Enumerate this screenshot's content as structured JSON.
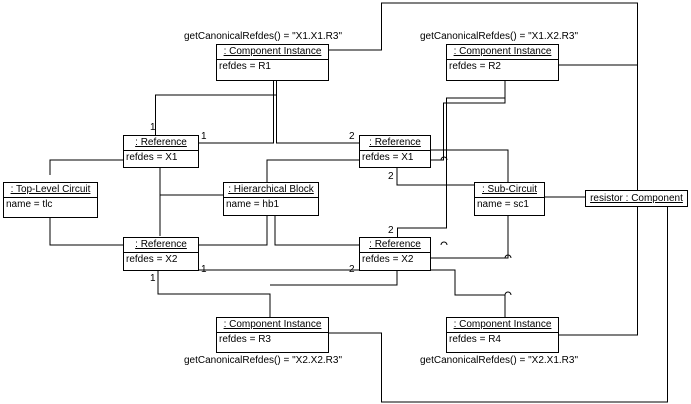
{
  "objects": {
    "ci_r1": {
      "title": ": Component Instance",
      "attr": "refdes = R1"
    },
    "ci_r2": {
      "title": ": Component Instance",
      "attr": "refdes = R2"
    },
    "ci_r3": {
      "title": ": Component Instance",
      "attr": "refdes = R3"
    },
    "ci_r4": {
      "title": ": Component Instance",
      "attr": "refdes = R4"
    },
    "ref_a": {
      "title": ": Reference",
      "attr": "refdes = X1"
    },
    "ref_b": {
      "title": ": Reference",
      "attr": "refdes = X2"
    },
    "ref_c": {
      "title": ": Reference",
      "attr": "refdes = X1"
    },
    "ref_d": {
      "title": ": Reference",
      "attr": "refdes = X2"
    },
    "tlc": {
      "title": ": Top-Level Circuit",
      "attr": "name = tlc"
    },
    "hb": {
      "title": ": Hierarchical Block",
      "attr": "name = hb1"
    },
    "sc": {
      "title": ": Sub-Circuit",
      "attr": "name = sc1"
    },
    "comp": {
      "title": "resistor : Component"
    }
  },
  "notes": {
    "r1": "getCanonicalRefdes() = \"X1.X1.R3\"",
    "r2": "getCanonicalRefdes() = \"X1.X2.R3\"",
    "r3": "getCanonicalRefdes() = \"X2.X2.R3\"",
    "r4": "getCanonicalRefdes() = \"X2.X1.R3\""
  },
  "multiplicities": {
    "m1": "1",
    "m2": "1",
    "m3": "2",
    "m4": "2",
    "m5": "2",
    "m6": "1",
    "m7": "1",
    "m8": "2"
  }
}
